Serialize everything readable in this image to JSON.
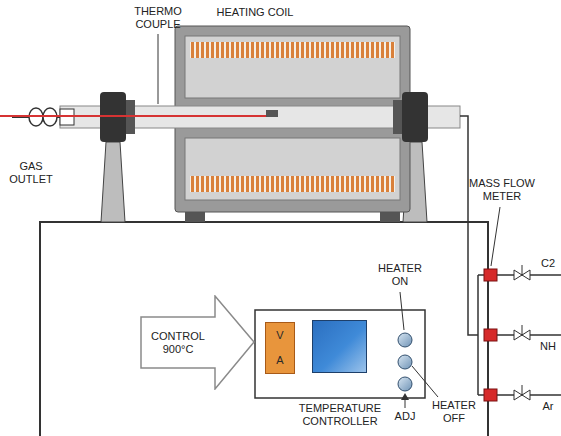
{
  "diagram": {
    "nodes": [
      {
        "text": [
          "CONTROL 900°C"
        ]
      },
      {
        "text": [
          "V",
          "A"
        ]
      },
      {
        "text": [
          "TEMPERATURE CONTROLLER"
        ]
      }
    ],
    "labels": [
      "HEATING COIL",
      "THERMO COUPLE",
      "GAS OUTLET",
      "MASS FLOW METER",
      "C2",
      "NH",
      "Ar",
      "HEATER ON",
      "ADJ",
      "HEATER OFF"
    ]
  }
}
